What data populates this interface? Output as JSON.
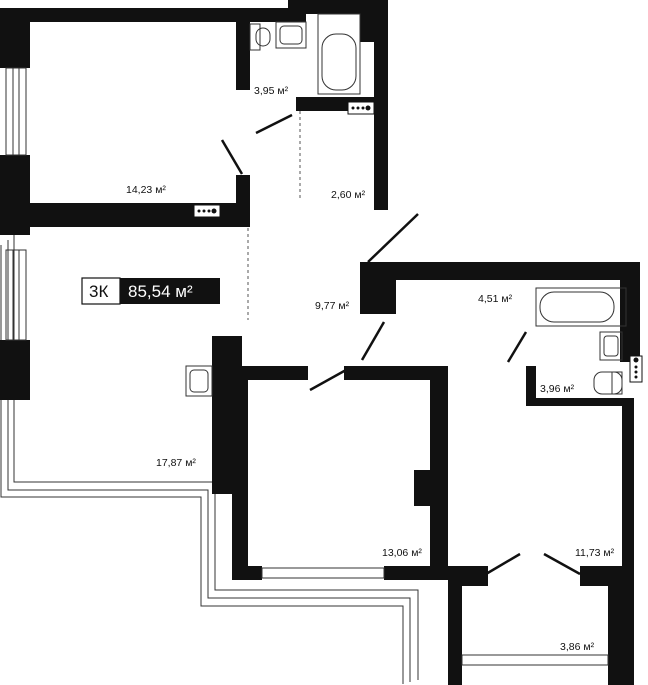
{
  "plan": {
    "badge": {
      "type": "3К",
      "total_area": "85,54 м²"
    },
    "rooms": [
      {
        "key": "bedroom_top",
        "area": "14,23 м²"
      },
      {
        "key": "living_room",
        "area": "17,87 м²"
      },
      {
        "key": "bathroom_top",
        "area": "3,95 м²"
      },
      {
        "key": "closet",
        "area": "2,60 м²"
      },
      {
        "key": "hall",
        "area": "9,77 м²"
      },
      {
        "key": "corridor",
        "area": "4,51 м²"
      },
      {
        "key": "bathroom_right",
        "area": "3,96 м²"
      },
      {
        "key": "bedroom_middle",
        "area": "13,06 м²"
      },
      {
        "key": "bedroom_right",
        "area": "11,73 м²"
      },
      {
        "key": "balcony",
        "area": "3,86 м²"
      }
    ],
    "colors": {
      "wall": "#111111",
      "line": "#333333",
      "background": "#ffffff"
    }
  }
}
